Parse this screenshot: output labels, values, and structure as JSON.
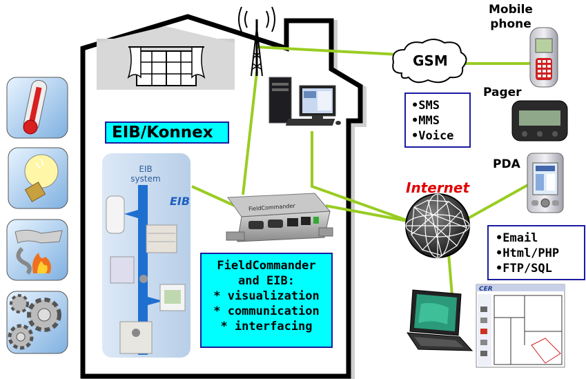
{
  "house": {
    "label": "EIB/Konnex",
    "eib_panel": {
      "title_line1": "EIB",
      "title_line2": "system",
      "logo": "EIB"
    },
    "device_brand": "FieldCommander",
    "info_box": {
      "line1": "FieldCommander",
      "line2": "and EIB:",
      "items": [
        "* visualization",
        "* communication",
        "* interfacing"
      ]
    }
  },
  "gsm": {
    "label": "GSM",
    "services": [
      "•SMS",
      "•MMS",
      "•Voice"
    ]
  },
  "internet": {
    "label": "Internet",
    "services": [
      "•Email",
      "•Html/PHP",
      "•FTP/SQL"
    ]
  },
  "devices": {
    "mobile_line1": "Mobile",
    "mobile_line2": "phone",
    "pager": "Pager",
    "pda": "PDA",
    "cer_logo": "CER"
  },
  "icons": [
    "thermometer-icon",
    "light-bulb-icon",
    "fire-icon",
    "gears-icon"
  ],
  "colors": {
    "link": "#99cc22",
    "link_dark": "#66aa00",
    "box_cyan": "#00ffff",
    "box_border": "#1a1aa0",
    "internet_label": "#e00000"
  }
}
